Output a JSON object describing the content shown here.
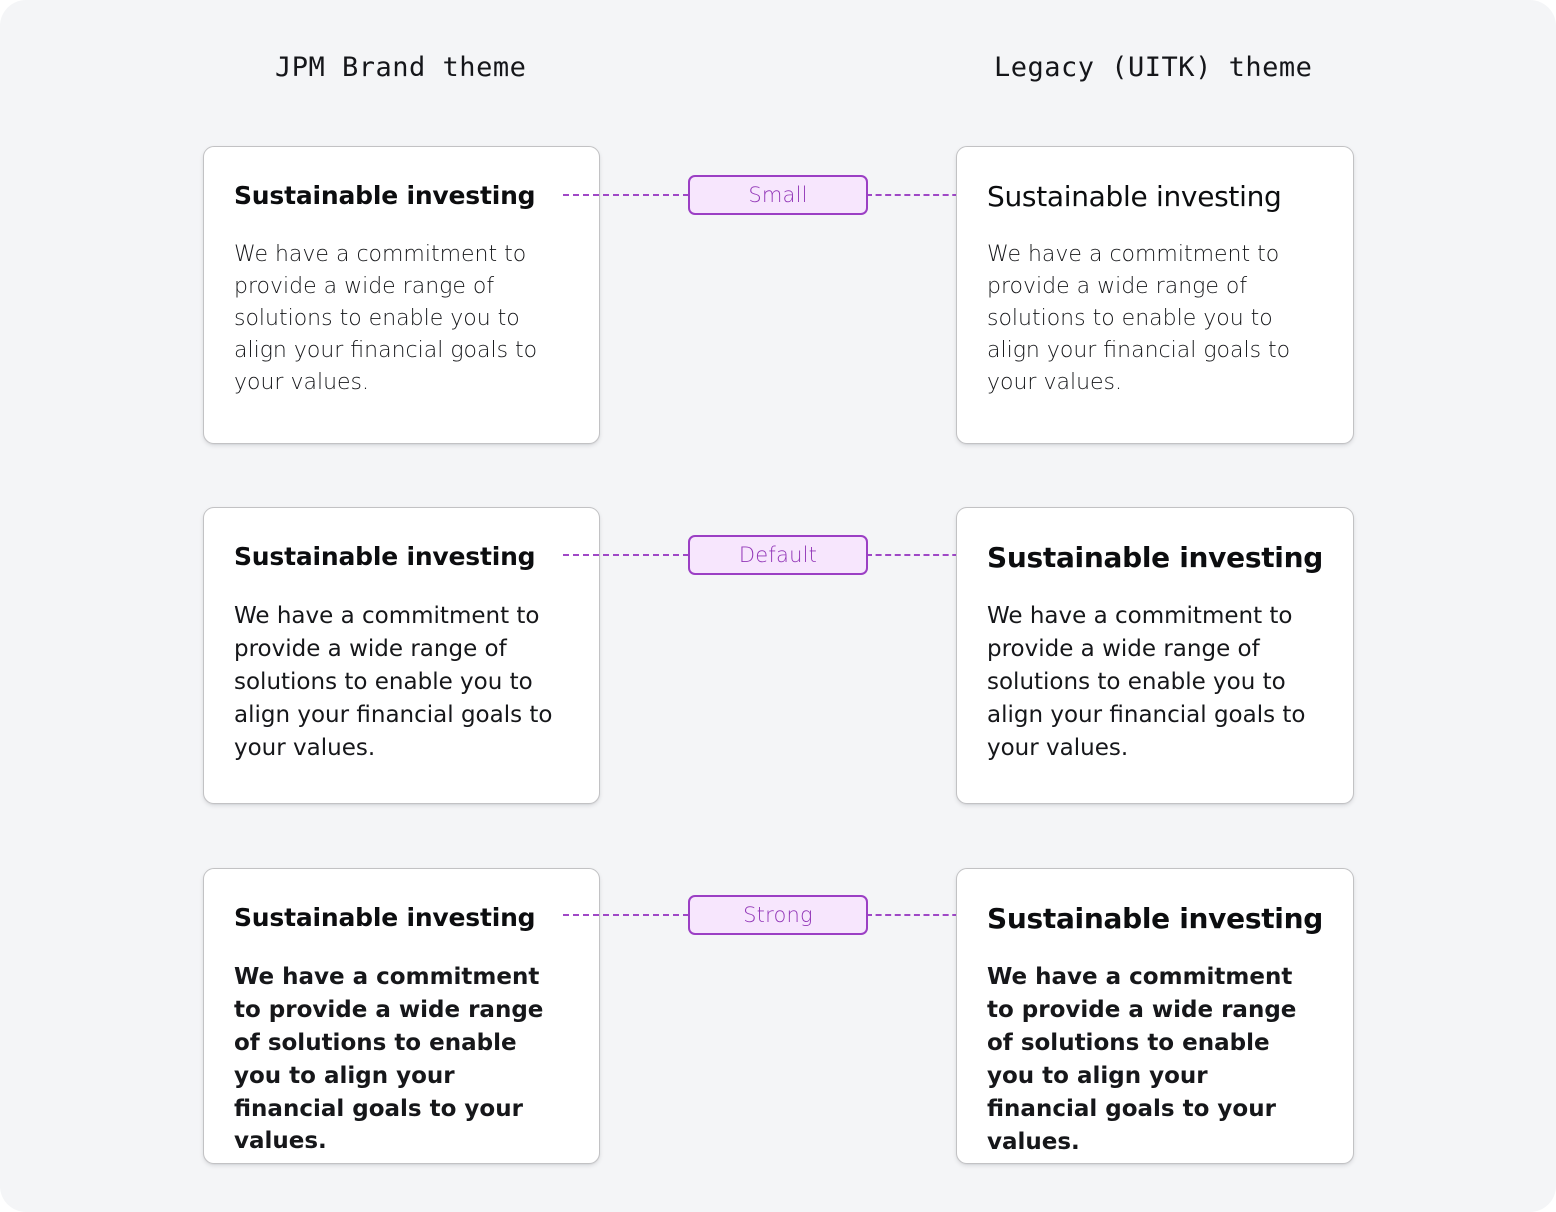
{
  "page": {
    "background_color": "#f4f5f7",
    "card_background_color": "#ffffff",
    "card_border_color": "#c2c2c4",
    "accent_color": "#9b3fc4",
    "badge_fill_color": "#f7e6fd",
    "badge_text_color": "#9338b8"
  },
  "columns": {
    "left": {
      "header": "JPM Brand theme"
    },
    "right": {
      "header": "Legacy (UITK) theme"
    }
  },
  "rows": [
    {
      "badge": "Small",
      "left": {
        "title": "Sustainable investing",
        "body": "We have a commitment to provide a wide range of solutions to enable you to align your financial goals to your values."
      },
      "right": {
        "title": "Sustainable investing",
        "body": "We have a commitment to provide a wide range of solutions to enable you to align your financial goals to your values."
      }
    },
    {
      "badge": "Default",
      "left": {
        "title": "Sustainable investing",
        "body": "We have a commitment to provide a wide range of solutions to enable you to align your financial goals to your values."
      },
      "right": {
        "title": "Sustainable investing",
        "body": "We have a commitment to provide a wide range of solutions to enable you to align your financial goals to your values."
      }
    },
    {
      "badge": "Strong",
      "left": {
        "title": "Sustainable investing",
        "body": "We have a commitment to provide a wide range of solutions to enable you to align your financial goals to your values."
      },
      "right": {
        "title": "Sustainable investing",
        "body": "We have a commitment to provide a wide range of solutions to enable you to align your financial goals to your values."
      }
    }
  ]
}
